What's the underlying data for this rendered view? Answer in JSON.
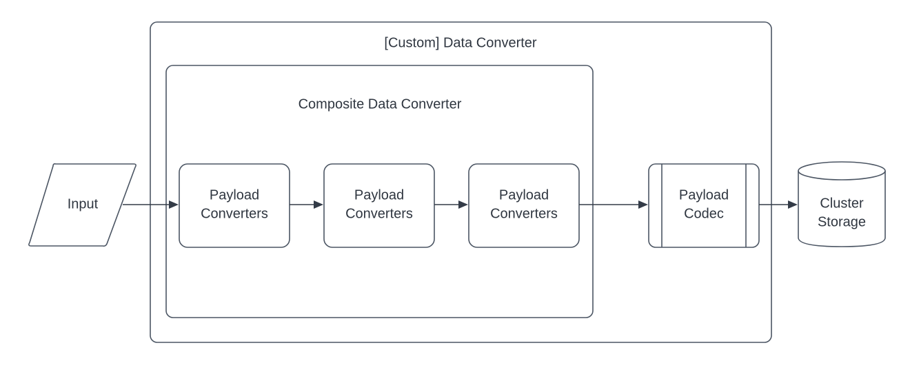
{
  "diagram": {
    "title": "[Custom] Data Converter",
    "background_color": "#ffffff",
    "stroke_color": "#4b5563",
    "text_color": "#2f3640",
    "containers": [
      {
        "id": "custom-data-converter",
        "label": "[Custom] Data Converter",
        "shape": "rounded-rectangle"
      },
      {
        "id": "composite-data-converter",
        "label": "Composite Data Converter",
        "shape": "rounded-rectangle"
      }
    ],
    "nodes": [
      {
        "id": "input",
        "label": "Input",
        "shape": "parallelogram"
      },
      {
        "id": "payload-converters-1",
        "label_line1": "Payload",
        "label_line2": "Converters",
        "shape": "rounded-rectangle"
      },
      {
        "id": "payload-converters-2",
        "label_line1": "Payload",
        "label_line2": "Converters",
        "shape": "rounded-rectangle"
      },
      {
        "id": "payload-converters-3",
        "label_line1": "Payload",
        "label_line2": "Converters",
        "shape": "rounded-rectangle"
      },
      {
        "id": "payload-codec",
        "label_line1": "Payload",
        "label_line2": "Codec",
        "shape": "process-subroutine"
      },
      {
        "id": "cluster-storage",
        "label_line1": "Cluster",
        "label_line2": "Storage",
        "shape": "cylinder"
      }
    ],
    "edges": [
      {
        "id": "input-to-converter-1",
        "from": "input",
        "to": "payload-converters-1",
        "arrow": "solid-filled"
      },
      {
        "id": "converter-1-to-converter-2",
        "from": "payload-converters-1",
        "to": "payload-converters-2",
        "arrow": "solid-filled"
      },
      {
        "id": "converter-2-to-converter-3",
        "from": "payload-converters-2",
        "to": "payload-converters-3",
        "arrow": "solid-filled"
      },
      {
        "id": "converter-3-to-codec",
        "from": "payload-converters-3",
        "to": "payload-codec",
        "arrow": "solid-filled"
      },
      {
        "id": "codec-to-storage",
        "from": "payload-codec",
        "to": "cluster-storage",
        "arrow": "solid-filled"
      }
    ]
  }
}
